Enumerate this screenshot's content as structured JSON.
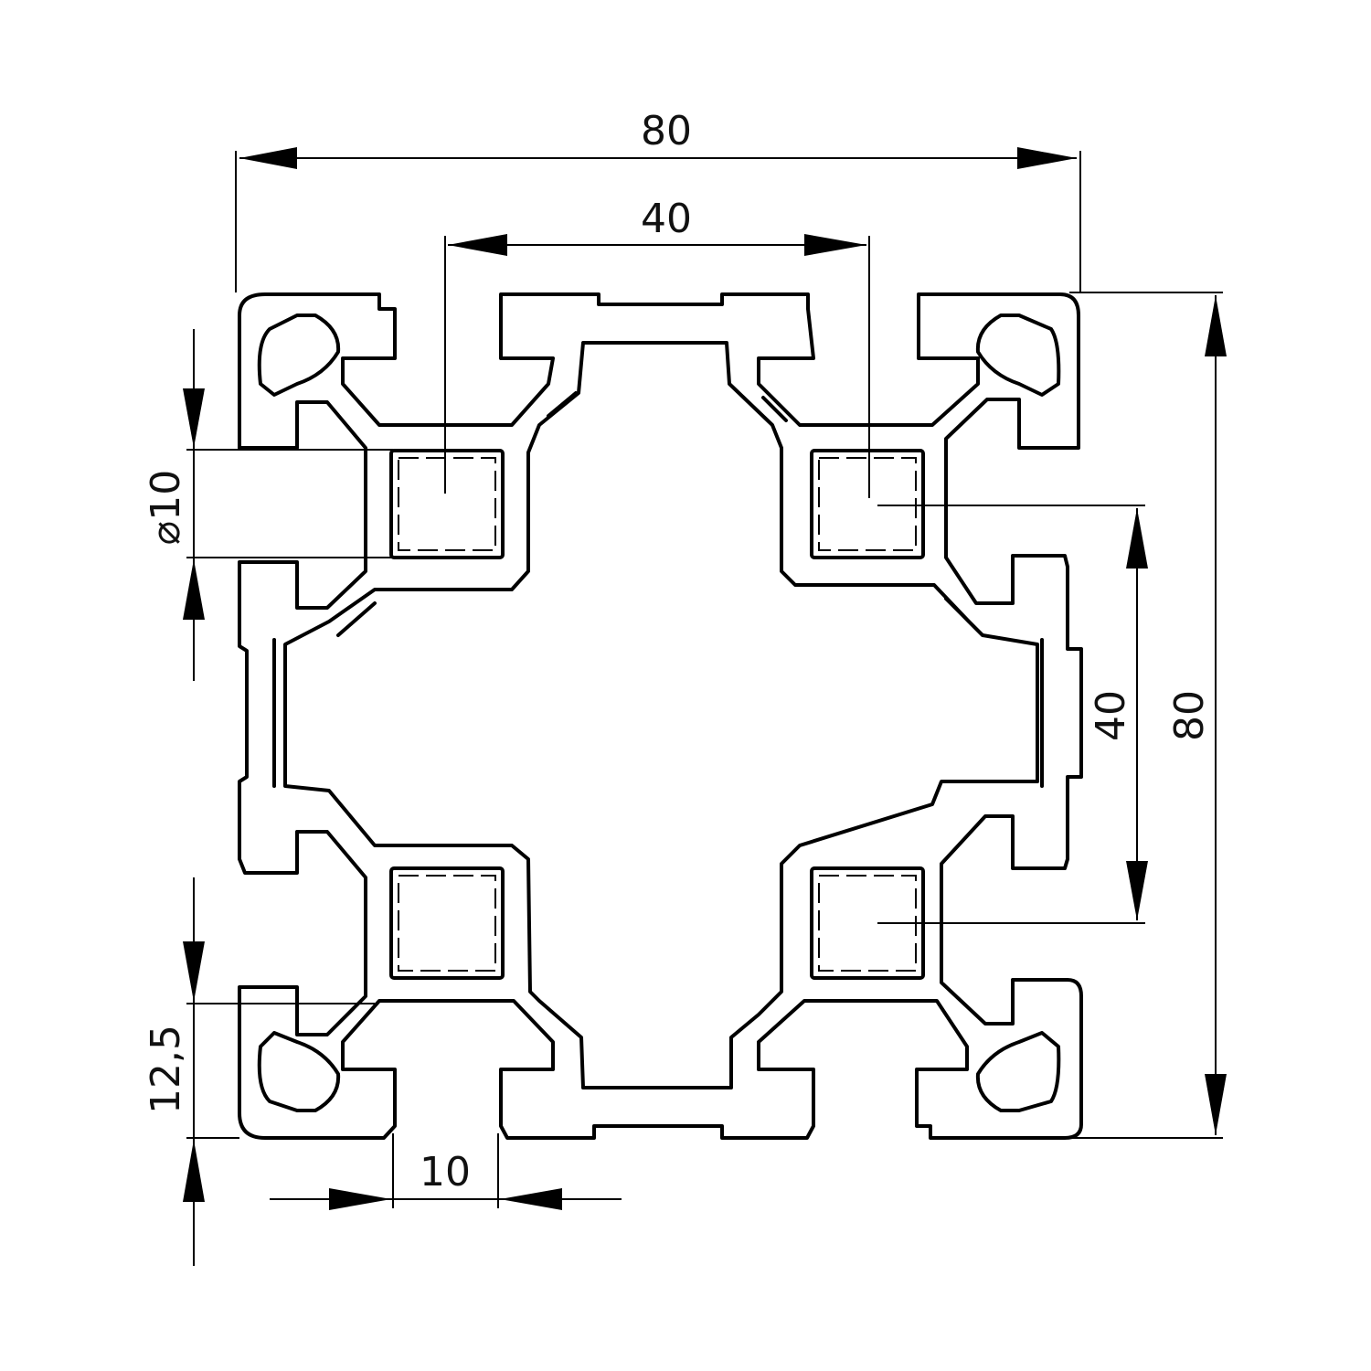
{
  "dimensions": {
    "overall_width": "80",
    "slot_spacing_horizontal": "40",
    "bore_diameter": "⌀10",
    "slot_spacing_vertical": "40",
    "overall_height": "80",
    "slot_opening_width": "10",
    "corner_offset": "12,5"
  },
  "colors": {
    "line": "#000000",
    "background": "#ffffff"
  }
}
